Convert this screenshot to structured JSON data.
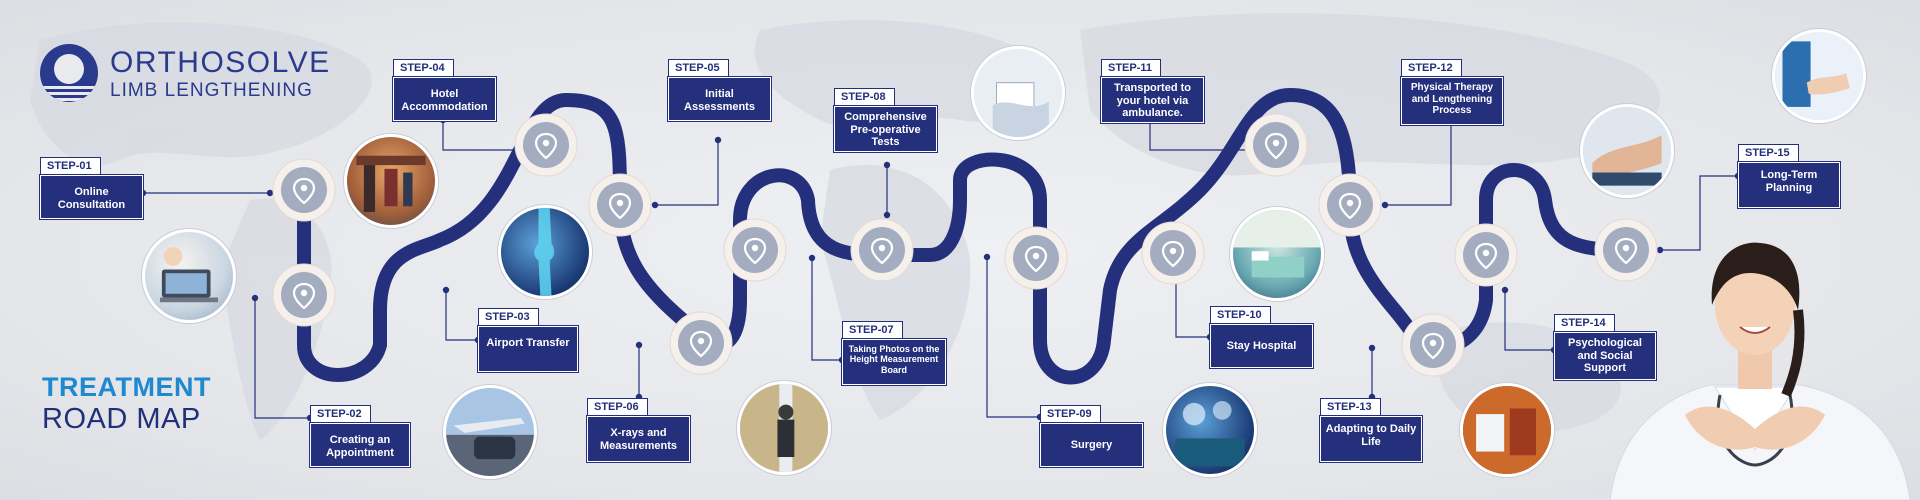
{
  "brand": {
    "name": "ORTHOSOLVE",
    "subtitle": "LIMB LENGTHENING"
  },
  "heading": {
    "line1": "TREATMENT",
    "line2": "ROAD MAP"
  },
  "colors": {
    "navy": "#25307c",
    "accent_blue": "#1e88d0",
    "pin_gray": "#a4adbf"
  },
  "steps": [
    {
      "label": "STEP-01",
      "text": "Online Consultation"
    },
    {
      "label": "STEP-02",
      "text": "Creating an Appointment"
    },
    {
      "label": "STEP-03",
      "text": "Airport Transfer"
    },
    {
      "label": "STEP-04",
      "text": "Hotel Accommodation"
    },
    {
      "label": "STEP-05",
      "text": "Initial Assessments"
    },
    {
      "label": "STEP-06",
      "text": "X-rays and Measurements"
    },
    {
      "label": "STEP-07",
      "text": "Taking Photos on the Height Measurement Board"
    },
    {
      "label": "STEP-08",
      "text": "Comprehensive Pre-operative Tests"
    },
    {
      "label": "STEP-09",
      "text": "Surgery"
    },
    {
      "label": "STEP-10",
      "text": "Stay Hospital"
    },
    {
      "label": "STEP-11",
      "text": "Transported to your hotel via ambulance."
    },
    {
      "label": "STEP-12",
      "text": "Physical Therapy and Lengthening Process"
    },
    {
      "label": "STEP-13",
      "text": "Adapting to Daily Life"
    },
    {
      "label": "STEP-14",
      "text": "Psychological and Social Support"
    },
    {
      "label": "STEP-15",
      "text": "Long-Term Planning"
    }
  ],
  "icons": {
    "pin": "map-pin-icon"
  }
}
